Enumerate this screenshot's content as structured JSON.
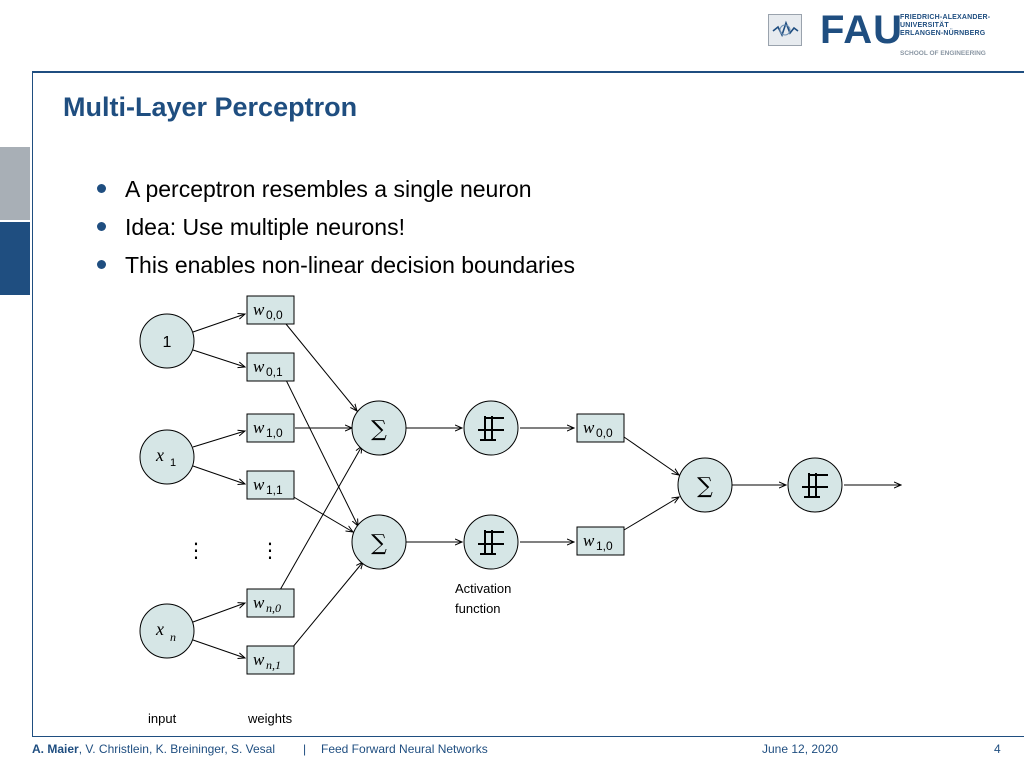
{
  "logo": {
    "wordmark": "FAU",
    "university_lines": [
      "FRIEDRICH-ALEXANDER-",
      "UNIVERSITÄT",
      "ERLANGEN-NÜRNBERG"
    ],
    "school": "SCHOOL OF ENGINEERING"
  },
  "slide": {
    "title": "Multi-Layer Perceptron",
    "bullets": [
      "A perceptron resembles a single neuron",
      "Idea: Use multiple neurons!",
      "This enables non-linear decision boundaries"
    ]
  },
  "diagram": {
    "inputs": {
      "one": "1",
      "x1": "x",
      "x1_sub": "1",
      "xn": "x",
      "xn_sub": "n"
    },
    "weights": {
      "w00": {
        "base": "w",
        "sub": "0,0"
      },
      "w01": {
        "base": "w",
        "sub": "0,1"
      },
      "w10": {
        "base": "w",
        "sub": "1,0"
      },
      "w11": {
        "base": "w",
        "sub": "1,1"
      },
      "wn0": {
        "base": "w",
        "sub": "n,0"
      },
      "wn1": {
        "base": "w",
        "sub": "n,1"
      },
      "out_w00": {
        "base": "w",
        "sub": "0,0"
      },
      "out_w10": {
        "base": "w",
        "sub": "1,0"
      }
    },
    "sum_symbol": "∑",
    "ellipsis": "⋮",
    "activation_label_line1": "Activation",
    "activation_label_line2": "function",
    "input_label": "input",
    "weights_label": "weights"
  },
  "footer": {
    "author_bold": "A. Maier",
    "authors_rest": ", V. Christlein, K. Breininger, S. Vesal",
    "separator": "|",
    "course": "Feed Forward Neural Networks",
    "date": "June 12, 2020",
    "page": "4"
  },
  "colors": {
    "brand_blue": "#1f4e80",
    "node_fill": "#d6e6e6",
    "weight_fill": "#d6e6e6"
  }
}
